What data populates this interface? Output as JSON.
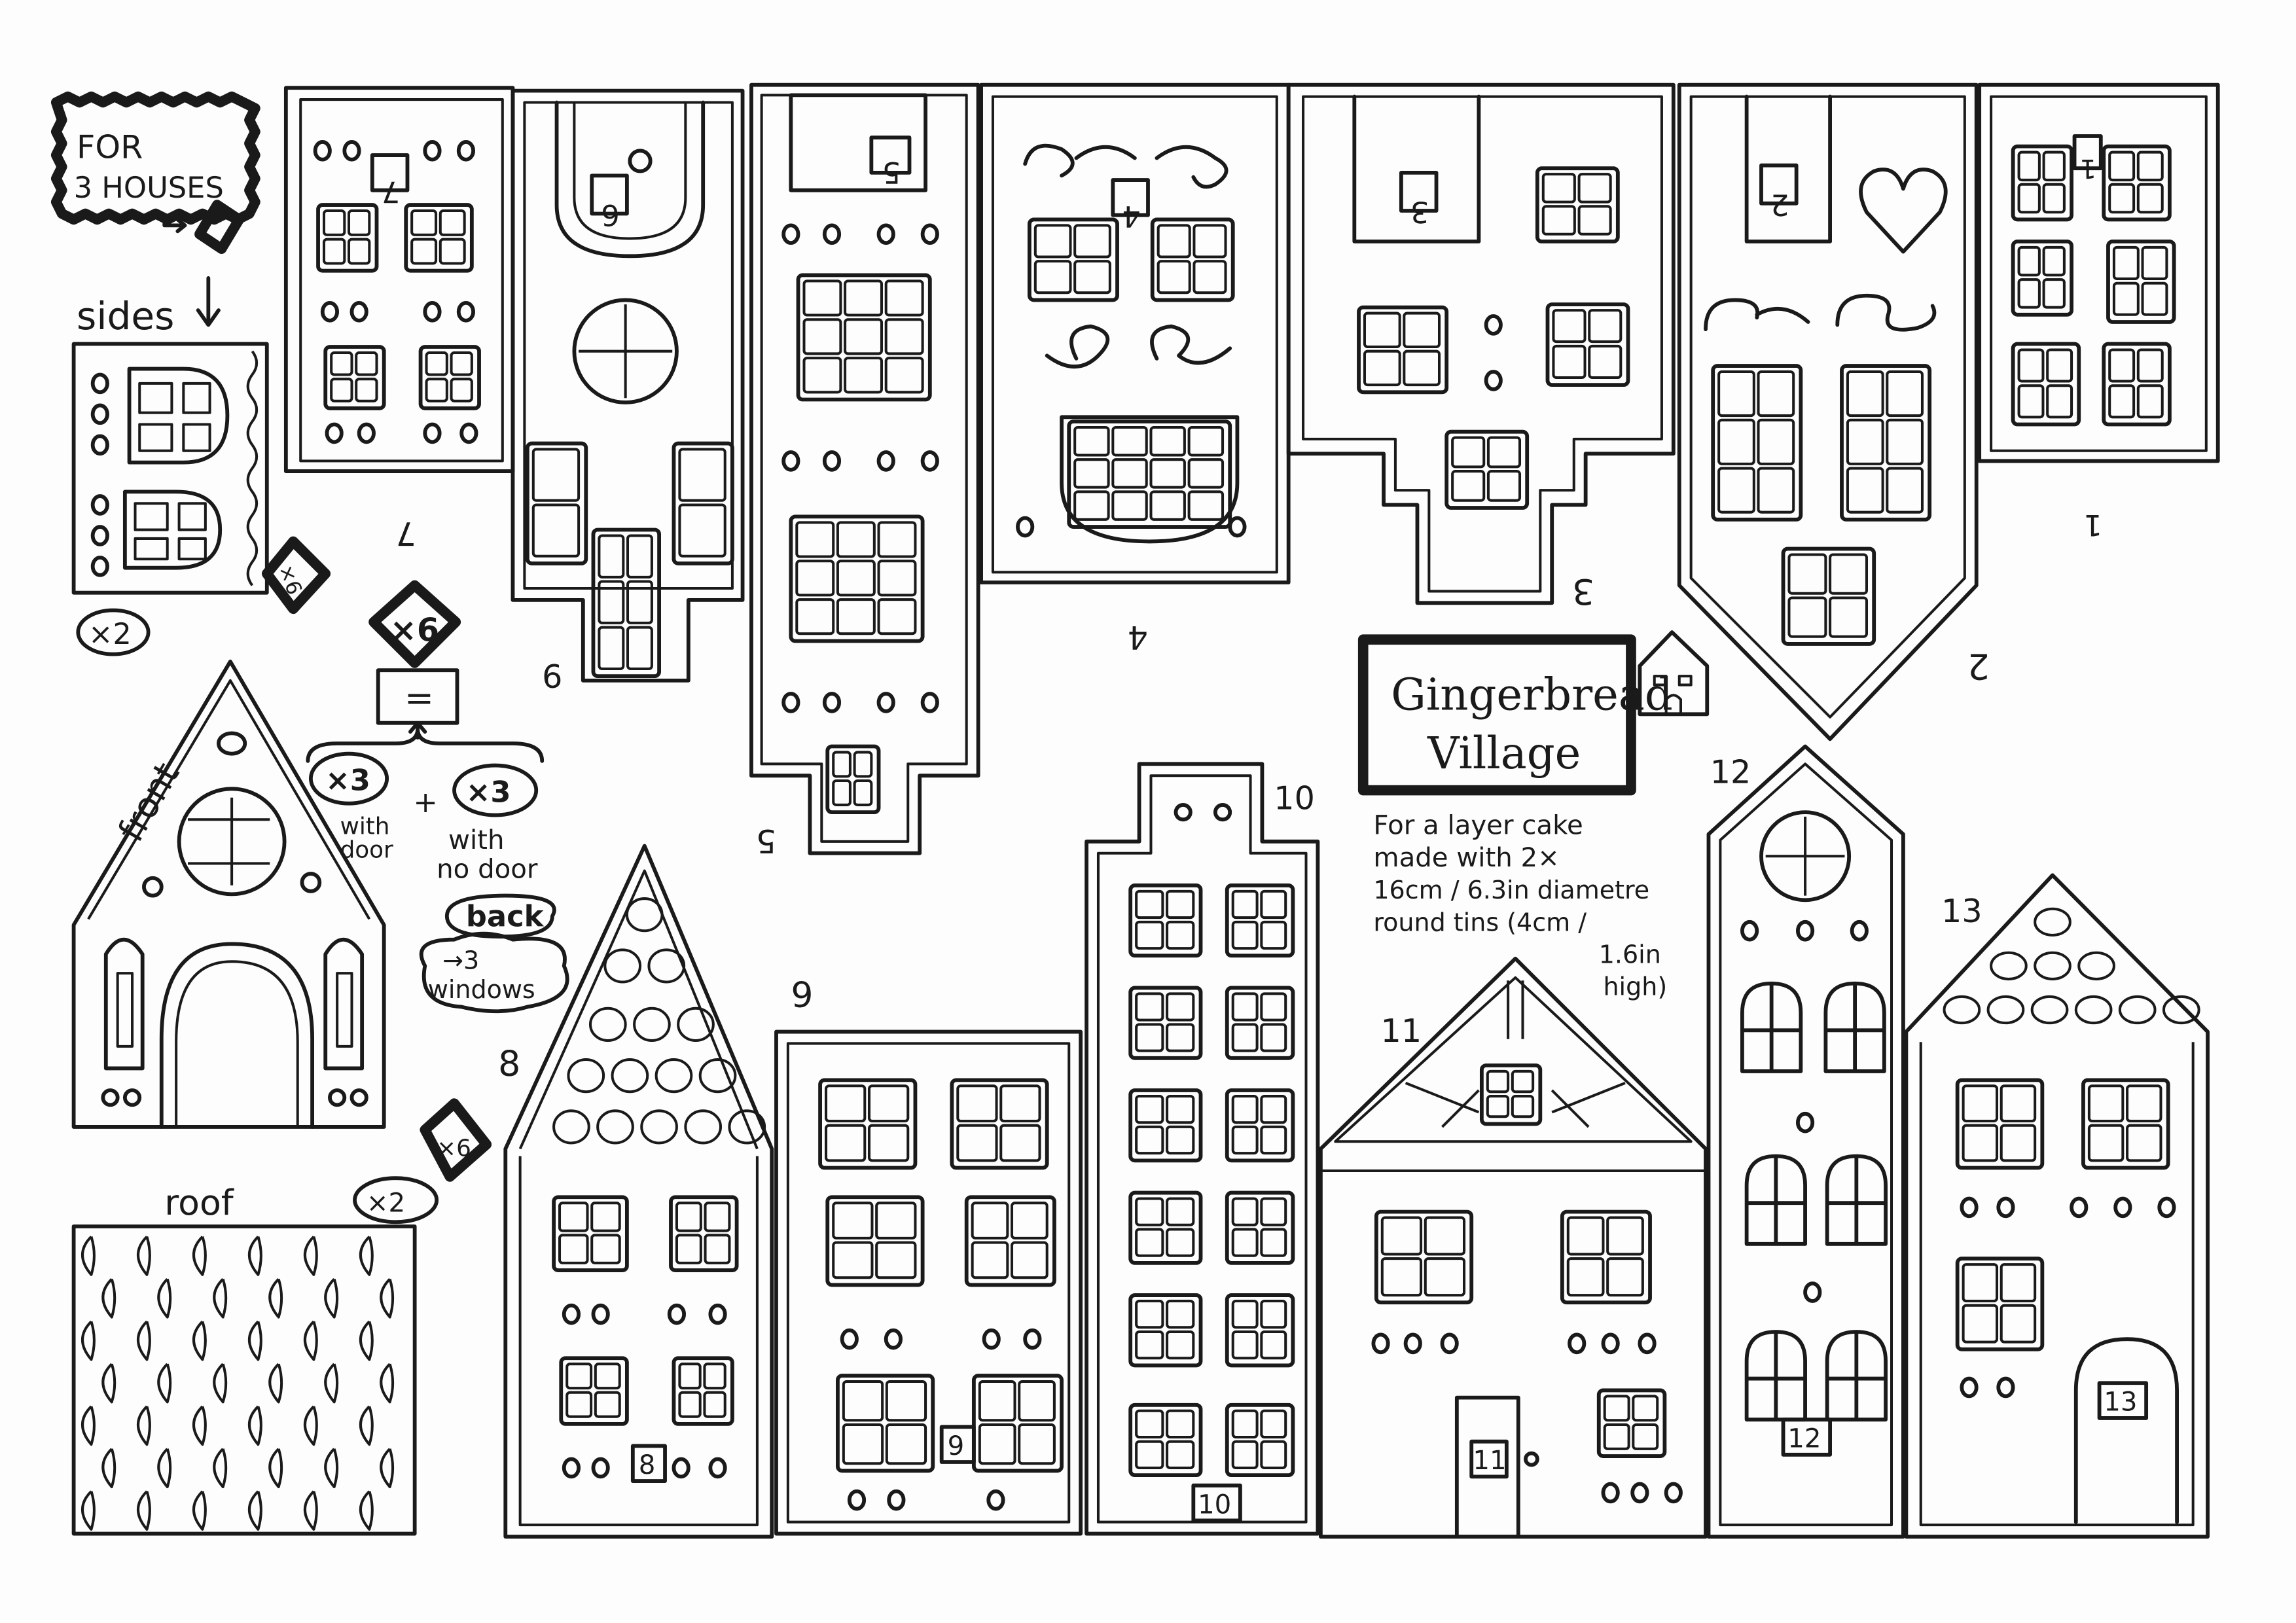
{
  "title": {
    "line1": "Gingerbread",
    "line2": "Village"
  },
  "note": [
    "For a layer cake",
    "made with 2×",
    "16cm / 6.3in diametre",
    "round tins (4cm /",
    "1.6in",
    "high)"
  ],
  "left": {
    "for_houses_line1": "FOR",
    "for_houses_line2": "3 HOUSES",
    "sides": "sides",
    "sides_count": "×2",
    "sides_times6": "×6",
    "times6": "×6",
    "equals": "=",
    "with_door_count": "×3",
    "with_door_line1": "with",
    "with_door_line2": "door",
    "plus": "+",
    "no_door_count": "×3",
    "no_door_line1": "with",
    "no_door_line2": "no door",
    "back": "back",
    "back_windows_line1": "→3",
    "back_windows_line2": "windows",
    "front": "front",
    "roof": "roof",
    "roof_count": "×2",
    "roof_times6": "×6"
  },
  "back_panels": {
    "plaques": [
      "7",
      "6",
      "5",
      "4",
      "3",
      "2",
      "1"
    ],
    "labels": [
      "7",
      "6",
      "9",
      "5",
      "4",
      "3",
      "2",
      "1"
    ]
  },
  "front_houses": {
    "labels": [
      "8",
      "9",
      "10",
      "11",
      "12",
      "13"
    ],
    "plaques": [
      "8",
      "9",
      "10",
      "11",
      "12",
      "13"
    ]
  }
}
